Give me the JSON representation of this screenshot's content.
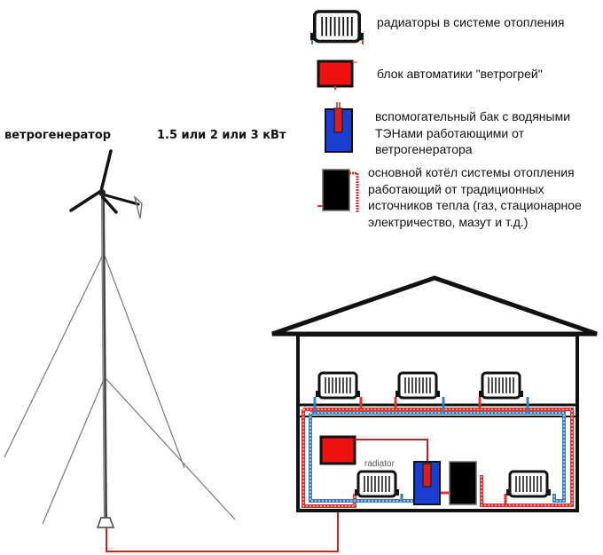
{
  "title_left": "ветрогенератор",
  "power": "1.5 или 2 или 3 кВт",
  "legend": [
    {
      "icon": "radiator-icon",
      "lines": [
        "радиаторы в системе отопления"
      ]
    },
    {
      "icon": "control-unit-icon",
      "lines": [
        "блок автоматики \"ветрогрей\""
      ]
    },
    {
      "icon": "auxiliary-tank-icon",
      "lines": [
        "вспомогательный бак с водяными",
        "ТЭНами работающими от",
        "ветрогенератора"
      ]
    },
    {
      "icon": "boiler-icon",
      "lines": [
        "основной котёл системы отопления",
        "работающий от традиционных",
        "источников тепла (газ, стационарное",
        "электричество, мазут и т.д.)"
      ]
    }
  ],
  "house": {
    "radiator_label": "radiator"
  },
  "colors": {
    "hot": "#e03030",
    "cold": "#3a7fc0",
    "control": "#ee1111",
    "tank": "#1a3fd0",
    "boiler": "#000000"
  }
}
